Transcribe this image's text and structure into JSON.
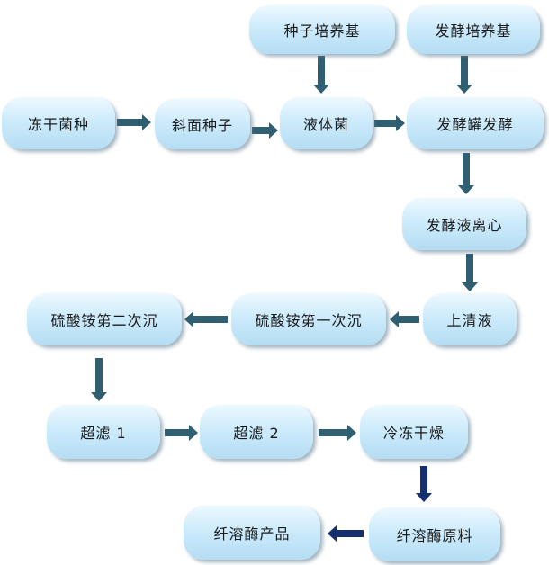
{
  "nodes": [
    {
      "id": "seed_medium",
      "label": "种子培养基"
    },
    {
      "id": "ferm_medium",
      "label": "发酵培养基"
    },
    {
      "id": "frozen_strain",
      "label": "冻干菌种"
    },
    {
      "id": "slant_seed",
      "label": "斜面种子"
    },
    {
      "id": "liquid_culture",
      "label": "液体菌"
    },
    {
      "id": "tank_ferm",
      "label": "发酵罐发酵"
    },
    {
      "id": "centrifuge",
      "label": "发酵液离心"
    },
    {
      "id": "supernatant",
      "label": "上清液"
    },
    {
      "id": "precip1",
      "label": "硫酸铵第一次沉"
    },
    {
      "id": "precip2",
      "label": "硫酸铵第二次沉"
    },
    {
      "id": "uf1",
      "label": "超滤 1"
    },
    {
      "id": "uf2",
      "label": "超滤 2"
    },
    {
      "id": "freeze_dry",
      "label": "冷冻干燥"
    },
    {
      "id": "raw_material",
      "label": "纤溶酶原料"
    },
    {
      "id": "product",
      "label": "纤溶酶产品"
    }
  ],
  "edges": [
    {
      "from": "seed_medium",
      "to": "liquid_culture"
    },
    {
      "from": "ferm_medium",
      "to": "tank_ferm"
    },
    {
      "from": "frozen_strain",
      "to": "slant_seed"
    },
    {
      "from": "slant_seed",
      "to": "liquid_culture"
    },
    {
      "from": "liquid_culture",
      "to": "tank_ferm"
    },
    {
      "from": "tank_ferm",
      "to": "centrifuge"
    },
    {
      "from": "centrifuge",
      "to": "supernatant"
    },
    {
      "from": "supernatant",
      "to": "precip1"
    },
    {
      "from": "precip1",
      "to": "precip2"
    },
    {
      "from": "precip2",
      "to": "uf1"
    },
    {
      "from": "uf1",
      "to": "uf2"
    },
    {
      "from": "uf2",
      "to": "freeze_dry"
    },
    {
      "from": "freeze_dry",
      "to": "raw_material"
    },
    {
      "from": "raw_material",
      "to": "product"
    }
  ],
  "colors": {
    "arrow": "#2f5f70",
    "arrow_dark": "#14306e",
    "node_top": "#eef9ff",
    "node_bottom": "#b4ddf3"
  }
}
